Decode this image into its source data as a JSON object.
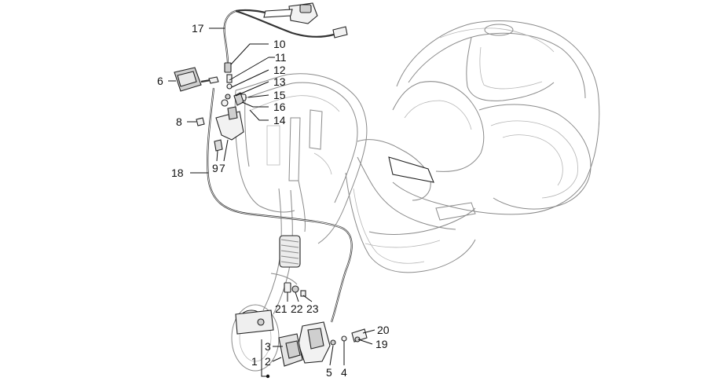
{
  "diagram": {
    "callouts": [
      {
        "id": "c17",
        "text": "17"
      },
      {
        "id": "c10",
        "text": "10"
      },
      {
        "id": "c11",
        "text": "11"
      },
      {
        "id": "c12",
        "text": "12"
      },
      {
        "id": "c13",
        "text": "13"
      },
      {
        "id": "c15",
        "text": "15"
      },
      {
        "id": "c16",
        "text": "16"
      },
      {
        "id": "c14",
        "text": "14"
      },
      {
        "id": "c6",
        "text": "6"
      },
      {
        "id": "c8",
        "text": "8"
      },
      {
        "id": "c7",
        "text": "7"
      },
      {
        "id": "c9",
        "text": "9"
      },
      {
        "id": "c18",
        "text": "18"
      },
      {
        "id": "c21",
        "text": "21"
      },
      {
        "id": "c22",
        "text": "22"
      },
      {
        "id": "c23",
        "text": "23"
      },
      {
        "id": "c20",
        "text": "20"
      },
      {
        "id": "c19",
        "text": "19"
      },
      {
        "id": "c3",
        "text": "3"
      },
      {
        "id": "c1",
        "text": "1"
      },
      {
        "id": "c2",
        "text": "2"
      },
      {
        "id": "c5",
        "text": "5"
      },
      {
        "id": "c4",
        "text": "4"
      }
    ]
  }
}
